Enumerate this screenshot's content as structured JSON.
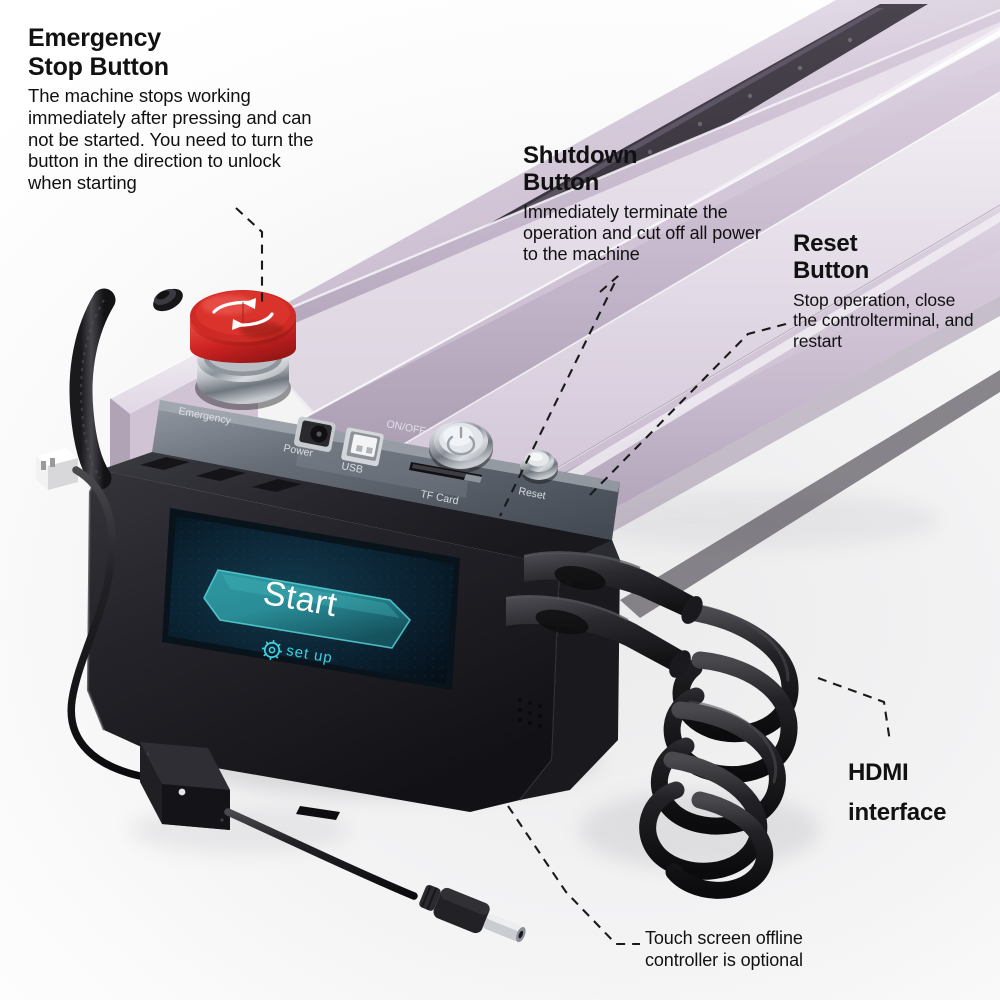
{
  "meta": {
    "background_color": "#f3f3f4",
    "text_color": "#111111"
  },
  "annotations": [
    {
      "id": "emergency",
      "title_line1": "Emergency",
      "title_line2": "Stop Button",
      "body": "The machine stops working immediately after pressing and can not be started. You need to turn the button in the direction to unlock when starting"
    },
    {
      "id": "shutdown",
      "title_line1": "Shutdown",
      "title_line2": "Button",
      "body": "Immediately terminate the operation and cut off all power to the machine"
    },
    {
      "id": "reset",
      "title_line1": "Reset",
      "title_line2": "Button",
      "body": "Stop operation, close the controlterminal, and restart"
    },
    {
      "id": "hdmi",
      "title_line1": "HDMI",
      "title_line2": "interface",
      "body": ""
    },
    {
      "id": "touch",
      "title_line1": "",
      "title_line2": "",
      "body": "Touch screen offline controller is optional"
    }
  ],
  "annotation_text": {
    "emergency_title_1": "Emergency",
    "emergency_title_2": "Stop Button",
    "emergency_body": "The machine stops working immediately after pressing and can not be started. You need to turn the button in the direction to unlock when starting",
    "shutdown_title_1": "Shutdown",
    "shutdown_title_2": "Button",
    "shutdown_body": "Immediately terminate the operation and cut off all power to the machine",
    "reset_title_1": "Reset",
    "reset_title_2": "Button",
    "reset_body": "Stop operation, close the controlterminal, and restart",
    "hdmi_title_1": "HDMI",
    "hdmi_title_2": "interface",
    "touch_body_1": "Touch screen offline",
    "touch_body_2": "controller is optional"
  },
  "device": {
    "panel_labels": {
      "emergency": "Emergency",
      "power": "Power",
      "usb": "USB",
      "onoff": "ON/OFF",
      "tf_card": "TF Card",
      "reset": "Reset"
    },
    "screen": {
      "start_button_label": "Start",
      "setup_label": "set up",
      "setup_icon": "gear-icon",
      "accent_color": "#2ba8ad",
      "screen_bg_color": "#0a1b28",
      "text_color": "#ffffff",
      "setup_text_color": "#3fd0dd"
    },
    "colors": {
      "rail_lavender": "#cdbfd2",
      "rail_highlight": "#e8e1ec",
      "rail_shadow": "#8e8195",
      "rail_channel_dark": "#3a3540",
      "emergency_red": "#d62828",
      "emergency_red_dark": "#8f1515",
      "chrome": "#cfd2d6",
      "panel_gray": "#5d656e",
      "body_black": "#1c1c1e"
    }
  }
}
